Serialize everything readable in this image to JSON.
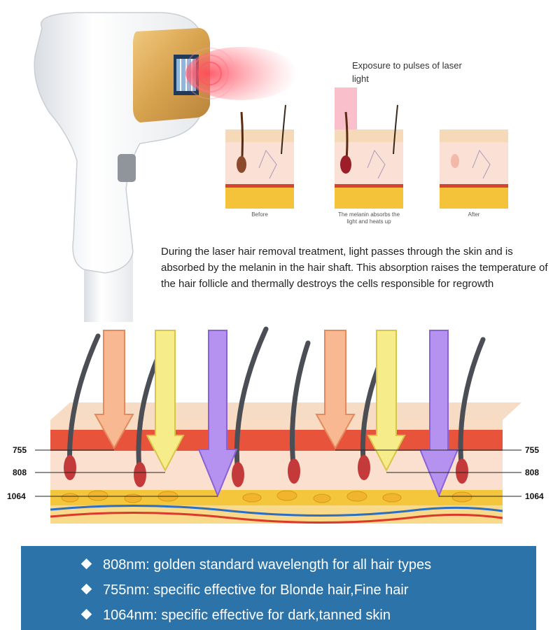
{
  "top_diagram": {
    "exposure_caption": "Exposure to pulses of laser light",
    "panels": [
      {
        "caption": "Before"
      },
      {
        "caption": "The melanin absorbs the light and heats up"
      },
      {
        "caption": "After"
      }
    ]
  },
  "description": "During the laser hair removal treatment, light passes through the skin and is absorbed by the melanin in the hair shaft. This absorption raises the temperature of the hair follicle and thermally destroys the cells responsible for regrowth",
  "wavelength_labels": {
    "left": [
      "755",
      "808",
      "1064"
    ],
    "right": [
      "755",
      "808",
      "1064"
    ]
  },
  "info_box": {
    "items": [
      "808nm: golden standard wavelength for all hair types",
      "755nm: specific effective for Blonde hair,Fine hair",
      "1064nm: specific effective for dark,tanned skin"
    ]
  },
  "colors": {
    "arrow_755": "#f7b892",
    "arrow_808": "#f7ec8a",
    "arrow_1064": "#b592f0",
    "info_box": "#2b73a8",
    "handpiece_gold": "#d7a24e"
  }
}
